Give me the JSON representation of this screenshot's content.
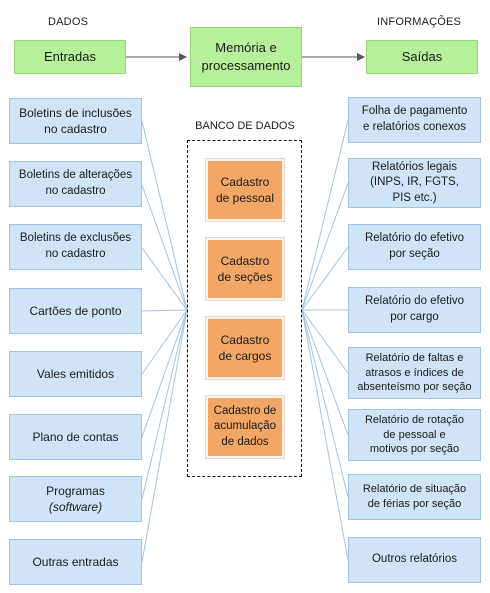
{
  "headers": {
    "dados": "DADOS",
    "informacoes": "INFORMAÇÕES",
    "banco": "BANCO DE DADOS"
  },
  "top_row": {
    "entradas": "Entradas",
    "memoria_line1": "Memória e",
    "memoria_line2": "processamento",
    "saidas": "Saídas"
  },
  "inputs": [
    {
      "line1": "Boletins de inclusões",
      "line2": "no cadastro"
    },
    {
      "line1": "Boletins de alterações",
      "line2": "no cadastro"
    },
    {
      "line1": "Boletins de exclusões",
      "line2": "no cadastro"
    },
    {
      "line1": "Cartões de ponto",
      "line2": ""
    },
    {
      "line1": "Vales emitidos",
      "line2": ""
    },
    {
      "line1": "Plano de contas",
      "line2": ""
    },
    {
      "line1": "Programas",
      "line2": "(software)"
    },
    {
      "line1": "Outras entradas",
      "line2": ""
    }
  ],
  "database": [
    {
      "line1": "Cadastro",
      "line2": "de pessoal",
      "line3": ""
    },
    {
      "line1": "Cadastro",
      "line2": "de seções",
      "line3": ""
    },
    {
      "line1": "Cadastro",
      "line2": "de cargos",
      "line3": ""
    },
    {
      "line1": "Cadastro de",
      "line2": "acumulação",
      "line3": "de dados"
    }
  ],
  "outputs": [
    {
      "line1": "Folha de pagamento",
      "line2": "e relatórios conexos",
      "line3": ""
    },
    {
      "line1": "Relatórios legais",
      "line2": "(INPS, IR, FGTS,",
      "line3": "PIS etc.)"
    },
    {
      "line1": "Relatório do efetivo",
      "line2": "por seção",
      "line3": ""
    },
    {
      "line1": "Relatório do efetivo",
      "line2": "por cargo",
      "line3": ""
    },
    {
      "line1": "Relatório de faltas e",
      "line2": "atrasos e índices de",
      "line3": "absenteísmo por seção"
    },
    {
      "line1": "Relatório de rotação",
      "line2": "de pessoal e",
      "line3": "motivos por seção"
    },
    {
      "line1": "Relatório de situação",
      "line2": "de férias por seção",
      "line3": ""
    },
    {
      "line1": "Outros relatórios",
      "line2": "",
      "line3": ""
    }
  ],
  "colors": {
    "top_boxes": "#b7f09a",
    "io_boxes": "#cfe5f7",
    "database_boxes": "#f2a766",
    "connector_lines": "#9fc4e6",
    "arrows": "#555555"
  }
}
